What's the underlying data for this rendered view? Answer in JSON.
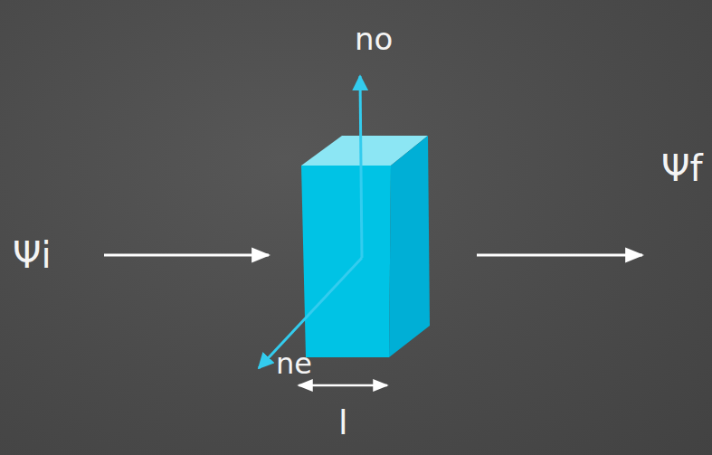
{
  "diagram": {
    "labels": [
      "no",
      "Ψf",
      "Ψi",
      "ne",
      "l"
    ]
  }
}
